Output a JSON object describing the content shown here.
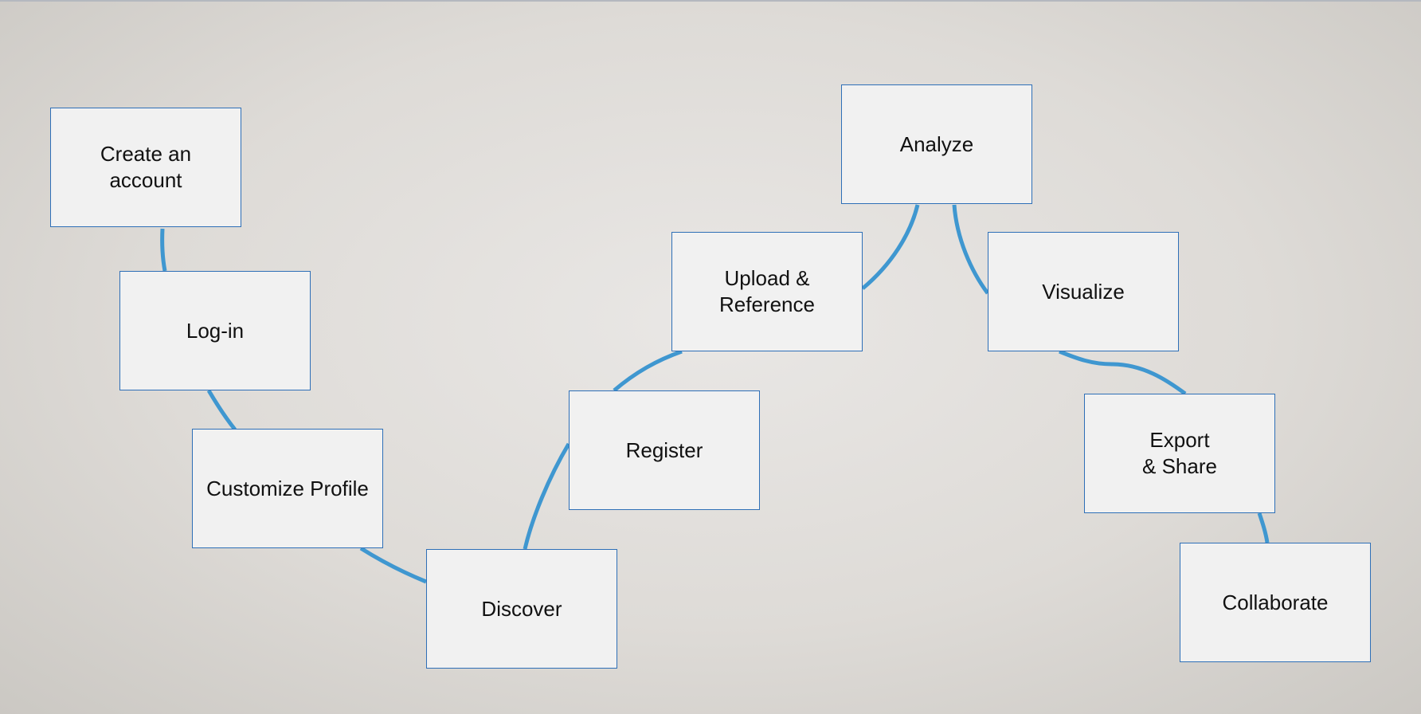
{
  "diagram": {
    "nodes": {
      "create_account": "Create an\naccount",
      "login": "Log-in",
      "customize_profile": "Customize Profile",
      "discover": "Discover",
      "register": "Register",
      "upload_reference": "Upload &\nReference",
      "analyze": "Analyze",
      "visualize": "Visualize",
      "export_share": "Export\n& Share",
      "collaborate": "Collaborate"
    },
    "connector_color": "#3f97d0",
    "box_border_color": "#2e6fb7",
    "box_fill_color": "#f1f1f1"
  }
}
